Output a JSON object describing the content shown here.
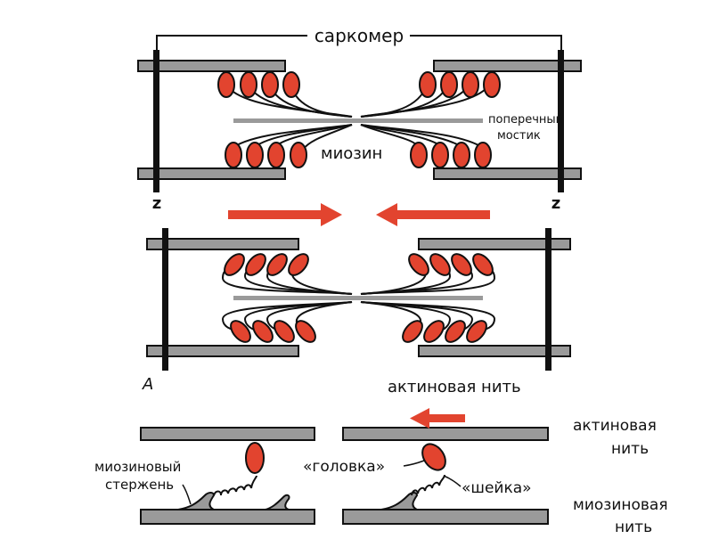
{
  "labels": {
    "sarcomere": "саркомер",
    "cross_bridge_line1": "поперечный",
    "cross_bridge_line2": "мостик",
    "myosin": "миозин",
    "z_left": "z",
    "z_right": "z",
    "panel_a": "A",
    "actin_filament": "актиновая нить",
    "actin_filament_l1": "актиновая",
    "actin_filament_l2": "нить",
    "myosin_rod_l1": "миозиновый",
    "myosin_rod_l2": "стержень",
    "head": "«головка»",
    "neck": "«шейка»",
    "myosin_filament_l1": "миозиновая",
    "myosin_filament_l2": "нить"
  },
  "colors": {
    "filament_fill": "#9a9a9a",
    "outline": "#111111",
    "myosin_head": "#e2442f",
    "arrow": "#e2442f"
  }
}
